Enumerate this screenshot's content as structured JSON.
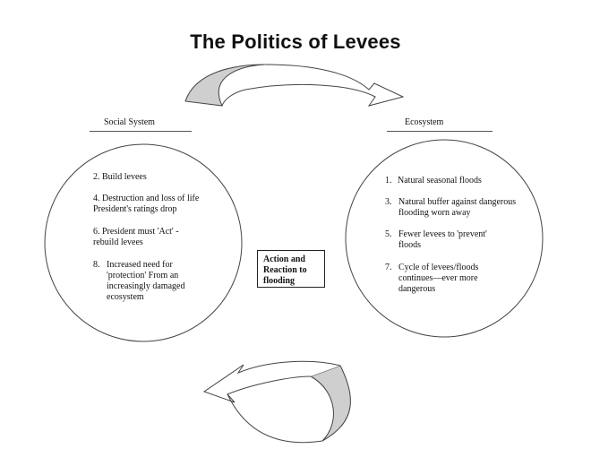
{
  "title": "The Politics of Levees",
  "social_system": {
    "label": "Social System",
    "items": [
      {
        "number": "2.",
        "text": "Build levees"
      },
      {
        "number": "4.",
        "text": "Destruction and loss of life President's ratings drop"
      },
      {
        "number": "6.",
        "text": "President must 'Act' - rebuild levees"
      },
      {
        "number": "8.",
        "text": "Increased need for 'protection' From an increasingly damaged ecosystem"
      }
    ]
  },
  "ecosystem": {
    "label": "Ecosystem",
    "items": [
      {
        "number": "1.",
        "text": "Natural seasonal floods"
      },
      {
        "number": "3.",
        "text": "Natural buffer against dangerous flooding worn away"
      },
      {
        "number": "5.",
        "text": "Fewer levees to 'prevent' floods"
      },
      {
        "number": "7.",
        "text": "Cycle of levees/floods continues—ever more dangerous"
      }
    ]
  },
  "center": {
    "text": "Action and Reaction to flooding"
  },
  "colors": {
    "arrow_fill": "#cfcfcf",
    "stroke": "#444444"
  }
}
